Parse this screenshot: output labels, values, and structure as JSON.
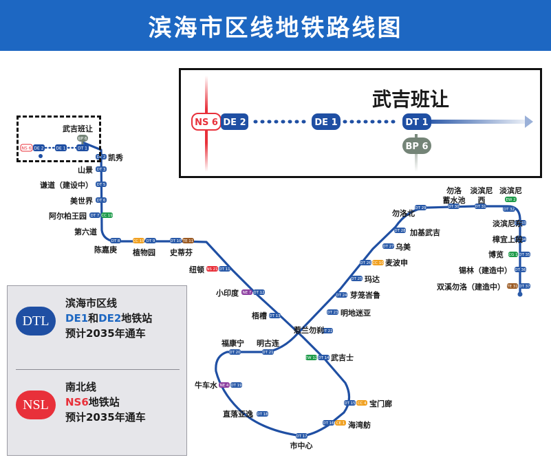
{
  "header": {
    "title": "滨海市区线地铁路线图"
  },
  "zoom": {
    "title": "武吉班让",
    "codes": {
      "ns": "NS 6",
      "de2": "DE 2",
      "de1": "DE 1",
      "dt1": "DT 1",
      "bp": "BP 6"
    }
  },
  "legend": {
    "dtl": {
      "badge": "DTL",
      "line1": "滨海市区线",
      "hl_a": "DE1",
      "mid": "和",
      "hl_b": "DE2",
      "tail": "地铁站",
      "line3": "预计2035年通车"
    },
    "nsl": {
      "badge": "NSL",
      "line1": "南北线",
      "hl": "NS6",
      "tail": "地铁站",
      "line3": "预计2035年通车"
    }
  },
  "colors": {
    "header_blue": "#1d67c2",
    "dtl_blue": "#1f4fa3",
    "ns_red": "#e8303a",
    "ew_green": "#1e9b4a",
    "cc_orange": "#f0a020",
    "ne_purple": "#8d3fa0",
    "te_brown": "#9b5a22",
    "bp_grey": "#748477",
    "dt_badge": "#2a5aa8"
  },
  "stations": {
    "bukit_panjang": "武吉班让",
    "kaixiu": "凯秀",
    "shanjing": "山景",
    "xiedao": "谦道（建设中）",
    "meishijie": "美世界",
    "aerbobo": "阿尔柏王园",
    "diliudao": "第六道",
    "chenjiageng": "陈嘉庚",
    "zhiwuyuan": "植物园",
    "shidifen": "史蒂芬",
    "niudun": "纽顿",
    "xiaoyindu": "小印度",
    "wucao": "梧槽",
    "bugis": "武吉士",
    "fukangning": "福康宁",
    "minggulian": "明古连",
    "niuchesui": "牛车水",
    "zhiluoyayi": "直落亚逸",
    "downtown": "市中心",
    "bayfront": "海湾舫",
    "promenade": "宝门廊",
    "nicoll": "惹兰勿刹",
    "bendemeer": "明地迷亚",
    "geylang": "芽笼峇鲁",
    "mattar": "玛达",
    "macpherson": "麦波申",
    "ubi": "乌美",
    "kaki_bukit": "加基武吉",
    "bedok_north": "勿洛北",
    "bedok_res": "勿洛\n蓄水池",
    "tampines_w": "淡滨尼\n西",
    "tampines": "淡滨尼",
    "tampines_e": "淡滨尼东",
    "upper_changi": "樟宜上段",
    "expo": "博览",
    "xilin": "锡林（建造中）",
    "sungei_bedok": "双溪勿洛（建造中）"
  },
  "codes": {
    "ns6": "NS 6",
    "de2": "DE 2",
    "de1": "DE 1",
    "dt1": "DT 1",
    "bp6": "BP 6",
    "dt2": "DT 2",
    "dt3": "DT 3",
    "dt5": "DT 5",
    "dt6": "DT 6",
    "cc19": "CC 19",
    "dt7": "DT 7",
    "dt8": "DT 8",
    "cc19b": "CC 19",
    "dt9": "DT 9",
    "dt10": "DT 10",
    "te11": "TE 11",
    "ns21": "NS 21",
    "dt11": "DT 11",
    "ne7": "NE 7",
    "dt12": "DT 12",
    "dt13": "DT 13",
    "ew12": "EW 12",
    "dt14": "DT 14",
    "dt20": "DT 20",
    "dt21": "DT 21",
    "ne4": "NE 4",
    "dt19": "DT 19",
    "dt18": "DT 18",
    "dt17": "DT 17",
    "dt16": "DT 16",
    "ce1": "CE 1",
    "dt15": "DT 15",
    "cc4": "CC 4",
    "dt22": "DT 22",
    "dt23": "DT 23",
    "dt24": "DT 24",
    "dt25": "DT 25",
    "dt26": "DT 26",
    "cc10": "CC 10",
    "dt27": "DT 27",
    "dt28": "DT 28",
    "dt29": "DT 29",
    "dt30": "DT 30",
    "dt31": "DT 31",
    "dt32": "DT 32",
    "ew2": "EW 2",
    "dt33": "DT 33",
    "dt34": "DT 34",
    "dt35": "DT 35",
    "cg1": "CG 1",
    "dt36": "DT 36",
    "te31": "TE 31",
    "dt37": "DT 37"
  }
}
